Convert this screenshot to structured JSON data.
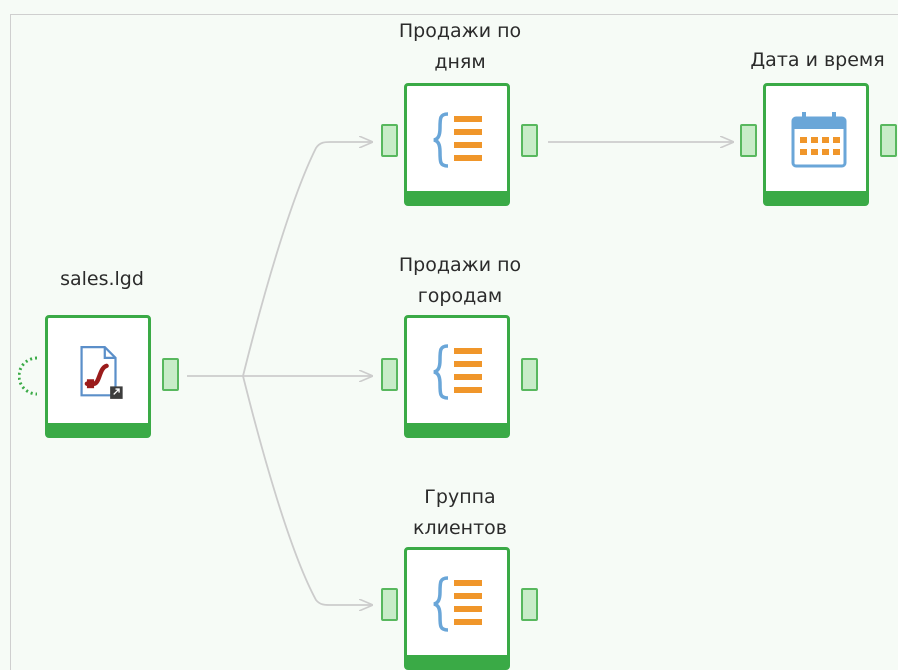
{
  "workflow": {
    "nodes": [
      {
        "id": "sales",
        "label": "sales.lgd",
        "icon": "file-import-icon"
      },
      {
        "id": "sales-by-day",
        "label": "Продажи по\nдням",
        "icon": "list-braces-icon"
      },
      {
        "id": "date-time",
        "label": "Дата и время",
        "icon": "calendar-icon"
      },
      {
        "id": "sales-by-city",
        "label": "Продажи по\nгородам",
        "icon": "list-braces-icon"
      },
      {
        "id": "client-group",
        "label": "Группа\nклиентов",
        "icon": "list-braces-icon"
      }
    ],
    "colors": {
      "node_border": "#3aaa46",
      "port_fill": "#c8ecc8",
      "wire": "#cccccc",
      "list_icon_orange": "#f0962a",
      "brace_blue": "#6aa6d8",
      "calendar_blue": "#6aa6d8"
    }
  }
}
